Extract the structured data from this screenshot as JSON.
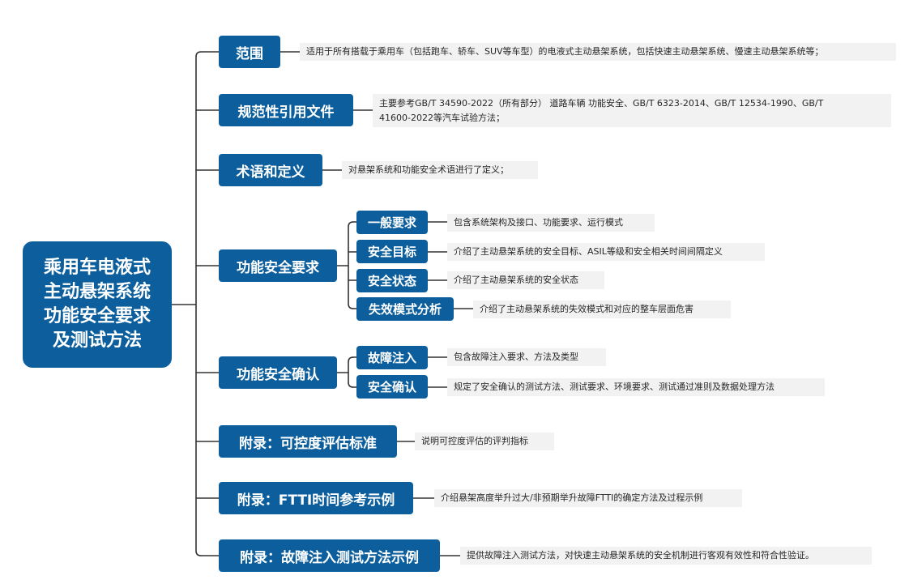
{
  "root": {
    "lines": [
      "乘用车电液式",
      "主动悬架系统",
      "功能安全要求",
      "及测试方法"
    ]
  },
  "branches": [
    {
      "label": "范围",
      "desc": "适用于所有搭载于乘用车（包括跑车、轿车、SUV等车型）的电液式主动悬架系统，包括快速主动悬架系统、慢速主动悬架系统等；"
    },
    {
      "label": "规范性引用文件",
      "desc_lines": [
        "主要参考GB/T 34590-2022（所有部分） 道路车辆 功能安全、GB/T 6323-2014、GB/T 12534-1990、GB/T",
        "41600-2022等汽车试验方法；"
      ]
    },
    {
      "label": "术语和定义",
      "desc": "对悬架系统和功能安全术语进行了定义；"
    },
    {
      "label": "功能安全要求",
      "children": [
        {
          "label": "一般要求",
          "desc": "包含系统架构及接口、功能要求、运行模式"
        },
        {
          "label": "安全目标",
          "desc": "介绍了主动悬架系统的安全目标、ASIL等级和安全相关时间间隔定义"
        },
        {
          "label": "安全状态",
          "desc": "介绍了主动悬架系统的安全状态"
        },
        {
          "label": "失效模式分析",
          "desc": "介绍了主动悬架系统的失效模式和对应的整车层面危害"
        }
      ]
    },
    {
      "label": "功能安全确认",
      "children": [
        {
          "label": "故障注入",
          "desc": "包含故障注入要求、方法及类型"
        },
        {
          "label": "安全确认",
          "desc": "规定了安全确认的测试方法、测试要求、环境要求、测试通过准则及数据处理方法"
        }
      ]
    },
    {
      "label": "附录：可控度评估标准",
      "desc": "说明可控度评估的评判指标"
    },
    {
      "label": "附录：FTTI时间参考示例",
      "desc": "介绍悬架高度举升过大/非预期举升故障FTTI的确定方法及过程示例"
    },
    {
      "label": "附录：故障注入测试方法示例",
      "desc": "提供故障注入测试方法，对快速主动悬架系统的安全机制进行客观有效性和符合性验证。"
    }
  ]
}
